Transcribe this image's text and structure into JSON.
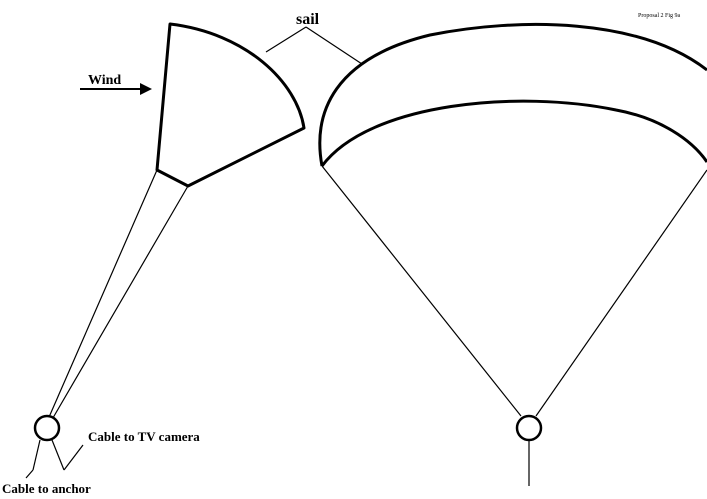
{
  "labels": {
    "sail": "sail",
    "wind": "Wind",
    "cable_tv": "Cable to TV camera",
    "cable_anchor": "Cable to anchor",
    "figure_ref": "Proposal 2 Fig 9a"
  }
}
